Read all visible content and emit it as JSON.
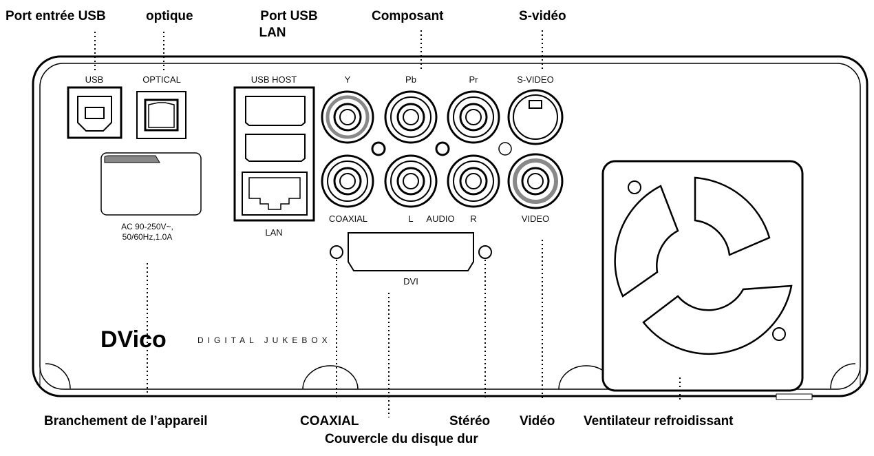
{
  "callouts_top": {
    "usb_input": "Port entrée USB",
    "optical": "optique",
    "usb_port_line1": "Port USB",
    "usb_port_line2": "LAN",
    "component": "Composant",
    "svideo": "S-vidéo"
  },
  "callouts_bottom": {
    "power": "Branchement de l’appareil",
    "coaxial": "COAXIAL",
    "stereo": "Stéréo",
    "video": "Vidéo",
    "fan": "Ventilateur refroidissant",
    "hdd_cover": "Couvercle du disque dur"
  },
  "panel_labels": {
    "usb": "USB",
    "optical": "OPTICAL",
    "usb_host": "USB HOST",
    "y": "Y",
    "pb": "Pb",
    "pr": "Pr",
    "svideo": "S-VIDEO",
    "coaxial": "COAXIAL",
    "l": "L",
    "audio": "AUDIO",
    "r": "R",
    "video": "VIDEO",
    "lan": "LAN",
    "ac_line1": "AC 90-250V~,",
    "ac_line2": "50/60Hz,1.0A",
    "dvi": "DVI"
  },
  "brand": {
    "logo": "DVico",
    "tagline": "DIGITAL JUKEBOX"
  }
}
